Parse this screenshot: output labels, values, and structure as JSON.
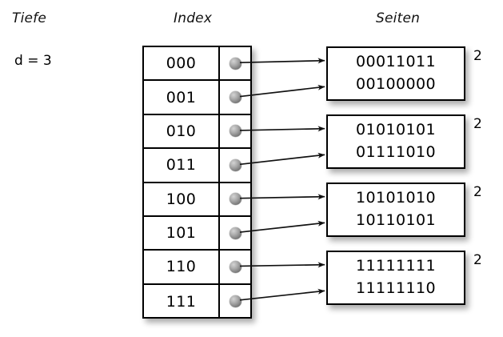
{
  "headers": {
    "depth": "Tiefe",
    "index": "Index",
    "pages": "Seiten"
  },
  "depth": {
    "label": "d = 3",
    "value": 3
  },
  "index_table": {
    "rows": [
      {
        "key": "000",
        "pointer": "pointer-dot",
        "target_page": 0
      },
      {
        "key": "001",
        "pointer": "pointer-dot",
        "target_page": 0
      },
      {
        "key": "010",
        "pointer": "pointer-dot",
        "target_page": 1
      },
      {
        "key": "011",
        "pointer": "pointer-dot",
        "target_page": 1
      },
      {
        "key": "100",
        "pointer": "pointer-dot",
        "target_page": 2
      },
      {
        "key": "101",
        "pointer": "pointer-dot",
        "target_page": 2
      },
      {
        "key": "110",
        "pointer": "pointer-dot",
        "target_page": 3
      },
      {
        "key": "111",
        "pointer": "pointer-dot",
        "target_page": 3
      }
    ]
  },
  "pages": [
    {
      "lines": [
        "00011011",
        "00100000"
      ],
      "local_depth": "2"
    },
    {
      "lines": [
        "01010101",
        "01111010"
      ],
      "local_depth": "2"
    },
    {
      "lines": [
        "10101010",
        "10110101"
      ],
      "local_depth": "2"
    },
    {
      "lines": [
        "11111111",
        "11111110"
      ],
      "local_depth": "2"
    }
  ],
  "colors": {
    "background": "#ffffff",
    "stroke": "#000000",
    "dot": "#8c8c8c",
    "shadow": "rgba(0,0,0,0.33)"
  }
}
